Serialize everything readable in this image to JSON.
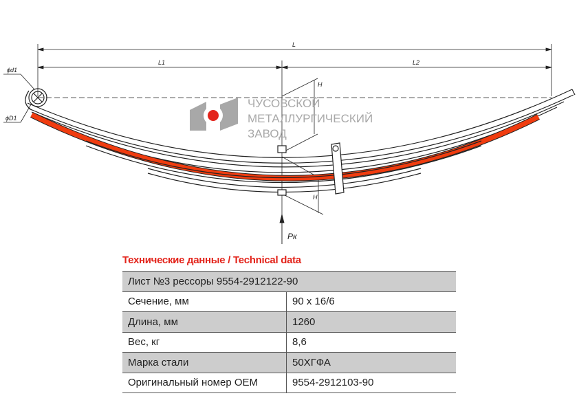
{
  "drawing": {
    "dimensions": {
      "L": "L",
      "L1": "L1",
      "L2": "L2",
      "d1": "ϕd1",
      "D1": "ϕD1",
      "H": "H",
      "H1": "H",
      "load": "Pк"
    },
    "logo": {
      "line1": "ЧУСОВСКОЙ",
      "line2": "МЕТАЛЛУРГИЧЕСКИЙ",
      "line3": "ЗАВОД"
    },
    "highlight_color": "#f03c0f"
  },
  "table": {
    "title": "Технические данные / Technical data",
    "header": "Лист №3 рессоры 9554-2912122-90",
    "rows": [
      {
        "label": "Сечение, мм",
        "value": "90 x 16/6"
      },
      {
        "label": "Длина, мм",
        "value": "1260"
      },
      {
        "label": "Вес, кг",
        "value": "8,6"
      },
      {
        "label": "Марка стали",
        "value": "50ХГФА"
      },
      {
        "label": "Оригинальный номер OEM",
        "value": "9554-2912103-90"
      }
    ]
  }
}
